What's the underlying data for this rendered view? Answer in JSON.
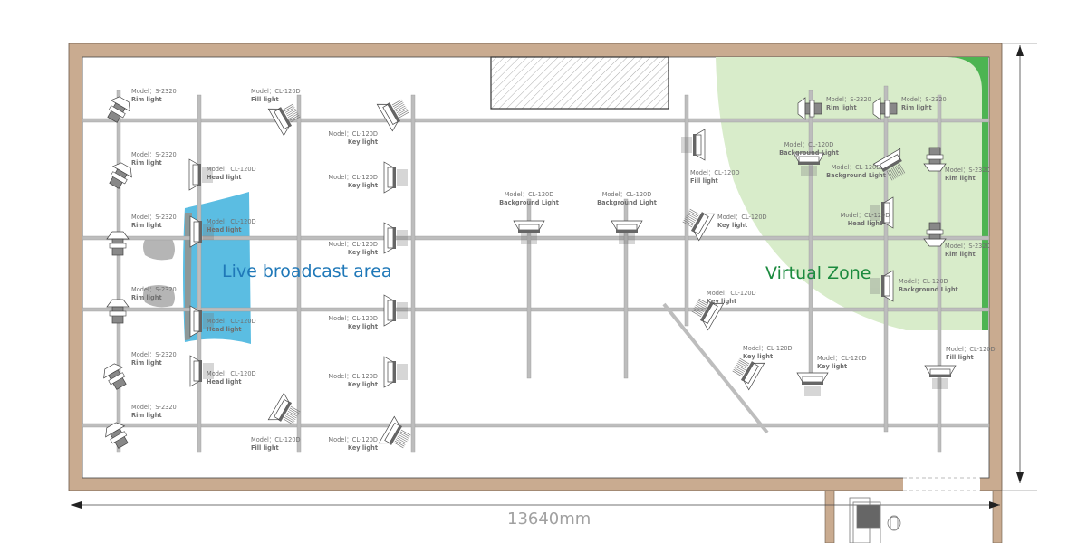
{
  "zones": {
    "live_area": {
      "label": "Live broadcast area",
      "color": "#5bbde2",
      "text_color": "#1f78b8"
    },
    "virtual_zone": {
      "label": "Virtual Zone",
      "color": "#d8ecca",
      "text_color": "#1b8a3e",
      "edge_color": "#4db452"
    }
  },
  "dimension": {
    "width_label": "13640mm"
  },
  "colors": {
    "wall": "#c9ab90",
    "truss": "#bdbdbd",
    "fixture": "#555555"
  },
  "lights": [
    {
      "model": "Model：S-2320",
      "role": "Rim light"
    },
    {
      "model": "Model：CL-120D",
      "role": "Fill light"
    },
    {
      "model": "Model：CL-120D",
      "role": "Key light"
    },
    {
      "model": "Model：S-2320",
      "role": "Rim light"
    },
    {
      "model": "Model：CL-120D",
      "role": "Head light"
    },
    {
      "model": "Model：CL-120D",
      "role": "Key light"
    },
    {
      "model": "Model：S-2320",
      "role": "Rim light"
    },
    {
      "model": "Model：CL-120D",
      "role": "Head light"
    },
    {
      "model": "Model：CL-120D",
      "role": "Key light"
    },
    {
      "model": "Model：CL-120D",
      "role": "Background Light"
    },
    {
      "model": "Model：CL-120D",
      "role": "Background Light"
    },
    {
      "model": "Model：CL-120D",
      "role": "Fill light"
    },
    {
      "model": "Model：CL-120D",
      "role": "Key light"
    },
    {
      "model": "Model：S-2320",
      "role": "Rim light"
    },
    {
      "model": "Model：S-2320",
      "role": "Rim light"
    },
    {
      "model": "Model：CL-120D",
      "role": "Background Light"
    },
    {
      "model": "Model：CL-120D",
      "role": "Background Light"
    },
    {
      "model": "Model：S-2320",
      "role": "Rim light"
    },
    {
      "model": "Model：CL-120D",
      "role": "Head light"
    },
    {
      "model": "Model：S-2320",
      "role": "Rim light"
    },
    {
      "model": "Model：CL-120D",
      "role": "Background Light"
    },
    {
      "model": "Model：S-2320",
      "role": "Rim light"
    },
    {
      "model": "Model：CL-120D",
      "role": "Head light"
    },
    {
      "model": "Model：CL-120D",
      "role": "Key light"
    },
    {
      "model": "Model：CL-120D",
      "role": "Head light"
    },
    {
      "model": "Model：CL-120D",
      "role": "Key light"
    },
    {
      "model": "Model：S-2320",
      "role": "Rim light"
    },
    {
      "model": "Model：S-2320",
      "role": "Rim light"
    },
    {
      "model": "Model：CL-120D",
      "role": "Fill light"
    },
    {
      "model": "Model：CL-120D",
      "role": "Key light"
    },
    {
      "model": "Model：CL-120D",
      "role": "Key light"
    },
    {
      "model": "Model：CL-120D",
      "role": "Key light"
    },
    {
      "model": "Model：CL-120D",
      "role": "Key light"
    },
    {
      "model": "Model：CL-120D",
      "role": "Fill light"
    }
  ]
}
